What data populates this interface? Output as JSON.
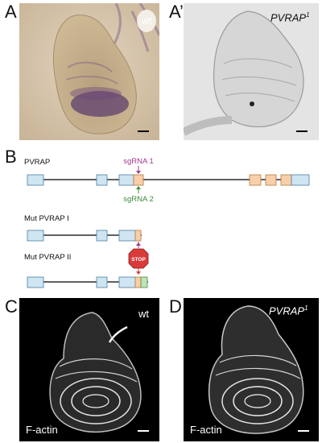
{
  "panels": {
    "A": {
      "letter": "A",
      "label": "wt"
    },
    "A2": {
      "letter": "A’",
      "label": "PVRAP",
      "label_sup": "1"
    },
    "B": {
      "letter": "B",
      "tracks": [
        {
          "name": "PVRAP"
        },
        {
          "name": "Mut PVRAP I"
        },
        {
          "name": "Mut PVRAP II"
        }
      ],
      "annotations": {
        "sgrna1": "sgRNA 1",
        "sgrna2": "sgRNA 2",
        "stop": "STOP"
      }
    },
    "C": {
      "letter": "C",
      "label": "wt",
      "stain": "F-actin"
    },
    "D": {
      "letter": "D",
      "label": "PVRAP",
      "label_sup": "1",
      "stain": "F-actin"
    }
  },
  "colors": {
    "exon_blue": "#cfe5f2",
    "exon_orange": "#f8cfa8",
    "exon_green": "#bfe3b5",
    "sgrna1": "#a0388f",
    "sgrna2": "#3f8a3a",
    "stop_red": "#d93a3a"
  }
}
